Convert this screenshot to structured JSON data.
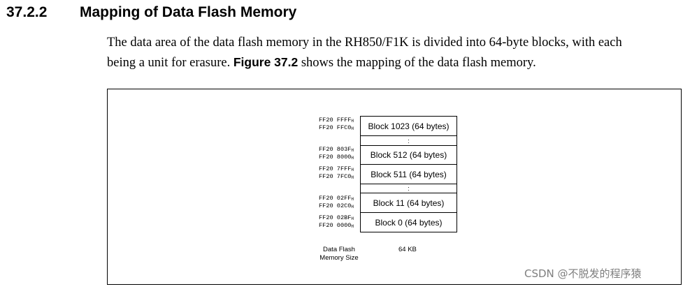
{
  "heading": {
    "number": "37.2.2",
    "title": "Mapping of Data Flash Memory"
  },
  "paragraph": {
    "line1": "The data area of the data flash memory in the RH850/F1K is divided into 64-byte blocks, with each",
    "line2_before": "being a unit for erasure. ",
    "figure_ref": "Figure 37.2",
    "line2_after": " shows the mapping of the data flash memory."
  },
  "figure": {
    "address_suffix": "H",
    "addresses": [
      {
        "top": "FF20 FFFF",
        "bottom": "FF20 FFC0"
      },
      {
        "top": "FF20 803F",
        "bottom": "FF20 8000"
      },
      {
        "top": "FF20 7FFF",
        "bottom": "FF20 7FC0"
      },
      {
        "top": "FF20 02FF",
        "bottom": "FF20 02C0"
      },
      {
        "top": "FF20 02BF",
        "bottom": "FF20 0000"
      }
    ],
    "blocks": [
      "Block 1023 (64 bytes)",
      "Block 512 (64 bytes)",
      "Block 511 (64 bytes)",
      "Block 11 (64 bytes)",
      "Block 0 (64 bytes)"
    ],
    "ellipsis": ":",
    "size_label_line1": "Data Flash",
    "size_label_line2": "Memory Size",
    "size_value": "64 KB"
  },
  "watermark": "CSDN @不脱发的程序猿"
}
